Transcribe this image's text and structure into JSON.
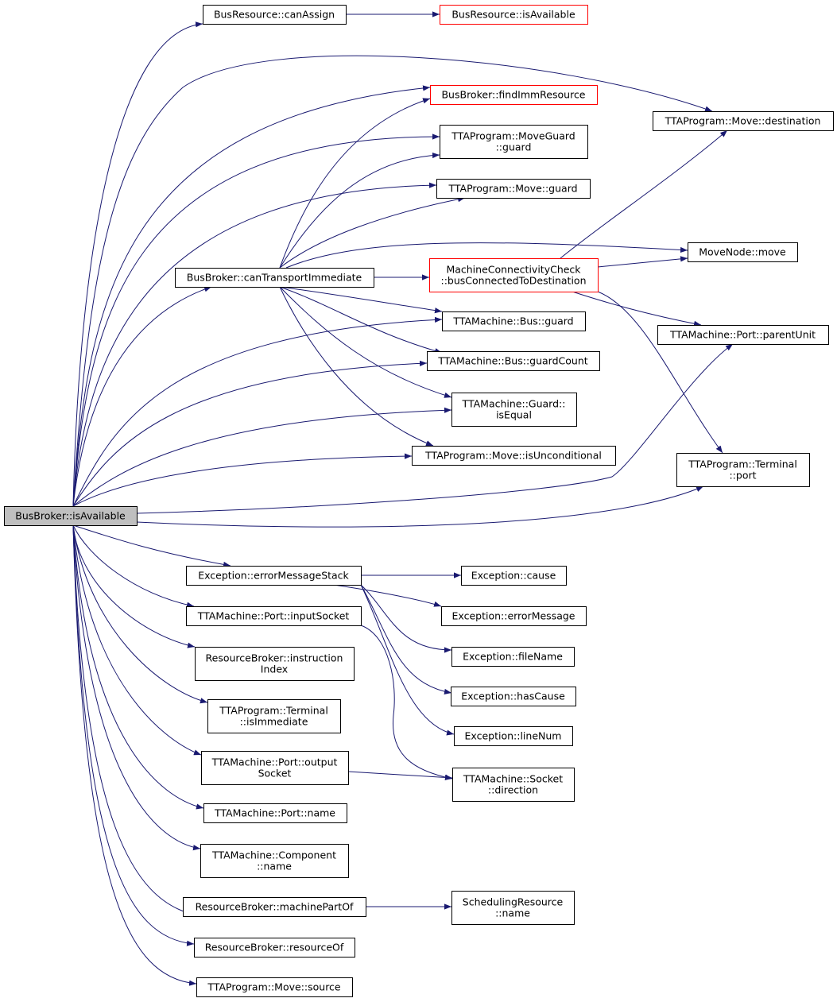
{
  "colors": {
    "edge": "#191970",
    "node_border": "#000000",
    "node_border_incomplete": "#ff0000",
    "root_fill": "#bfbfbf"
  },
  "nodes": [
    {
      "id": "root",
      "lines": [
        "BusBroker::isAvailable"
      ],
      "style": "root"
    },
    {
      "id": "busres_canassign",
      "lines": [
        "BusResource::canAssign"
      ],
      "style": "normal"
    },
    {
      "id": "busres_isavailable",
      "lines": [
        "BusResource::isAvailable"
      ],
      "style": "red"
    },
    {
      "id": "bb_findimm",
      "lines": [
        "BusBroker::findImmResource"
      ],
      "style": "red"
    },
    {
      "id": "mg_guard",
      "lines": [
        "TTAProgram::MoveGuard",
        "::guard"
      ],
      "style": "normal"
    },
    {
      "id": "move_guard",
      "lines": [
        "TTAProgram::Move::guard"
      ],
      "style": "normal"
    },
    {
      "id": "move_destination",
      "lines": [
        "TTAProgram::Move::destination"
      ],
      "style": "normal"
    },
    {
      "id": "bb_cantransport",
      "lines": [
        "BusBroker::canTransportImmediate"
      ],
      "style": "normal"
    },
    {
      "id": "mcc_busconnected",
      "lines": [
        "MachineConnectivityCheck",
        "::busConnectedToDestination"
      ],
      "style": "red"
    },
    {
      "id": "movenode_move",
      "lines": [
        "MoveNode::move"
      ],
      "style": "normal"
    },
    {
      "id": "bus_guard",
      "lines": [
        "TTAMachine::Bus::guard"
      ],
      "style": "normal"
    },
    {
      "id": "port_parentunit",
      "lines": [
        "TTAMachine::Port::parentUnit"
      ],
      "style": "normal"
    },
    {
      "id": "bus_guardcount",
      "lines": [
        "TTAMachine::Bus::guardCount"
      ],
      "style": "normal"
    },
    {
      "id": "guard_isequal",
      "lines": [
        "TTAMachine::Guard::",
        "isEqual"
      ],
      "style": "normal"
    },
    {
      "id": "move_isuncond",
      "lines": [
        "TTAProgram::Move::isUnconditional"
      ],
      "style": "normal"
    },
    {
      "id": "terminal_port",
      "lines": [
        "TTAProgram::Terminal",
        "::port"
      ],
      "style": "normal"
    },
    {
      "id": "exc_errstack",
      "lines": [
        "Exception::errorMessageStack"
      ],
      "style": "normal"
    },
    {
      "id": "exc_cause",
      "lines": [
        "Exception::cause"
      ],
      "style": "normal"
    },
    {
      "id": "exc_errmsg",
      "lines": [
        "Exception::errorMessage"
      ],
      "style": "normal"
    },
    {
      "id": "port_inputsocket",
      "lines": [
        "TTAMachine::Port::inputSocket"
      ],
      "style": "normal"
    },
    {
      "id": "exc_filename",
      "lines": [
        "Exception::fileName"
      ],
      "style": "normal"
    },
    {
      "id": "rb_instrindex",
      "lines": [
        "ResourceBroker::instruction",
        "Index"
      ],
      "style": "normal"
    },
    {
      "id": "exc_hascause",
      "lines": [
        "Exception::hasCause"
      ],
      "style": "normal"
    },
    {
      "id": "terminal_isimm",
      "lines": [
        "TTAProgram::Terminal",
        "::isImmediate"
      ],
      "style": "normal"
    },
    {
      "id": "exc_linenum",
      "lines": [
        "Exception::lineNum"
      ],
      "style": "normal"
    },
    {
      "id": "port_outputsocket",
      "lines": [
        "TTAMachine::Port::output",
        "Socket"
      ],
      "style": "normal"
    },
    {
      "id": "socket_direction",
      "lines": [
        "TTAMachine::Socket",
        "::direction"
      ],
      "style": "normal"
    },
    {
      "id": "port_name",
      "lines": [
        "TTAMachine::Port::name"
      ],
      "style": "normal"
    },
    {
      "id": "component_name",
      "lines": [
        "TTAMachine::Component",
        "::name"
      ],
      "style": "normal"
    },
    {
      "id": "rb_machinepartof",
      "lines": [
        "ResourceBroker::machinePartOf"
      ],
      "style": "normal"
    },
    {
      "id": "schedres_name",
      "lines": [
        "SchedulingResource",
        "::name"
      ],
      "style": "normal"
    },
    {
      "id": "rb_resourceof",
      "lines": [
        "ResourceBroker::resourceOf"
      ],
      "style": "normal"
    },
    {
      "id": "move_source",
      "lines": [
        "TTAProgram::Move::source"
      ],
      "style": "normal"
    }
  ],
  "edges": [
    {
      "from": "root",
      "to": "busres_canassign"
    },
    {
      "from": "root",
      "to": "move_destination"
    },
    {
      "from": "root",
      "to": "bb_findimm"
    },
    {
      "from": "root",
      "to": "mg_guard"
    },
    {
      "from": "root",
      "to": "move_guard"
    },
    {
      "from": "root",
      "to": "bb_cantransport"
    },
    {
      "from": "root",
      "to": "bus_guard"
    },
    {
      "from": "root",
      "to": "bus_guardcount"
    },
    {
      "from": "root",
      "to": "guard_isequal"
    },
    {
      "from": "root",
      "to": "move_isuncond"
    },
    {
      "from": "root",
      "to": "port_parentunit"
    },
    {
      "from": "root",
      "to": "terminal_port"
    },
    {
      "from": "root",
      "to": "exc_errstack"
    },
    {
      "from": "root",
      "to": "port_inputsocket"
    },
    {
      "from": "root",
      "to": "rb_instrindex"
    },
    {
      "from": "root",
      "to": "terminal_isimm"
    },
    {
      "from": "root",
      "to": "port_outputsocket"
    },
    {
      "from": "root",
      "to": "port_name"
    },
    {
      "from": "root",
      "to": "component_name"
    },
    {
      "from": "root",
      "to": "rb_machinepartof"
    },
    {
      "from": "root",
      "to": "rb_resourceof"
    },
    {
      "from": "root",
      "to": "move_source"
    },
    {
      "from": "busres_canassign",
      "to": "busres_isavailable"
    },
    {
      "from": "bb_cantransport",
      "to": "bb_findimm"
    },
    {
      "from": "bb_cantransport",
      "to": "mg_guard"
    },
    {
      "from": "bb_cantransport",
      "to": "move_guard"
    },
    {
      "from": "bb_cantransport",
      "to": "movenode_move"
    },
    {
      "from": "bb_cantransport",
      "to": "mcc_busconnected"
    },
    {
      "from": "bb_cantransport",
      "to": "bus_guard"
    },
    {
      "from": "bb_cantransport",
      "to": "bus_guardcount"
    },
    {
      "from": "bb_cantransport",
      "to": "guard_isequal"
    },
    {
      "from": "bb_cantransport",
      "to": "move_isuncond"
    },
    {
      "from": "mcc_busconnected",
      "to": "move_destination"
    },
    {
      "from": "mcc_busconnected",
      "to": "movenode_move"
    },
    {
      "from": "mcc_busconnected",
      "to": "port_parentunit"
    },
    {
      "from": "mcc_busconnected",
      "to": "terminal_port"
    },
    {
      "from": "exc_errstack",
      "to": "exc_cause"
    },
    {
      "from": "exc_errstack",
      "to": "exc_errmsg"
    },
    {
      "from": "exc_errstack",
      "to": "exc_filename"
    },
    {
      "from": "exc_errstack",
      "to": "exc_hascause"
    },
    {
      "from": "exc_errstack",
      "to": "exc_linenum"
    },
    {
      "from": "port_inputsocket",
      "to": "socket_direction"
    },
    {
      "from": "port_outputsocket",
      "to": "socket_direction"
    },
    {
      "from": "rb_machinepartof",
      "to": "schedres_name"
    }
  ]
}
